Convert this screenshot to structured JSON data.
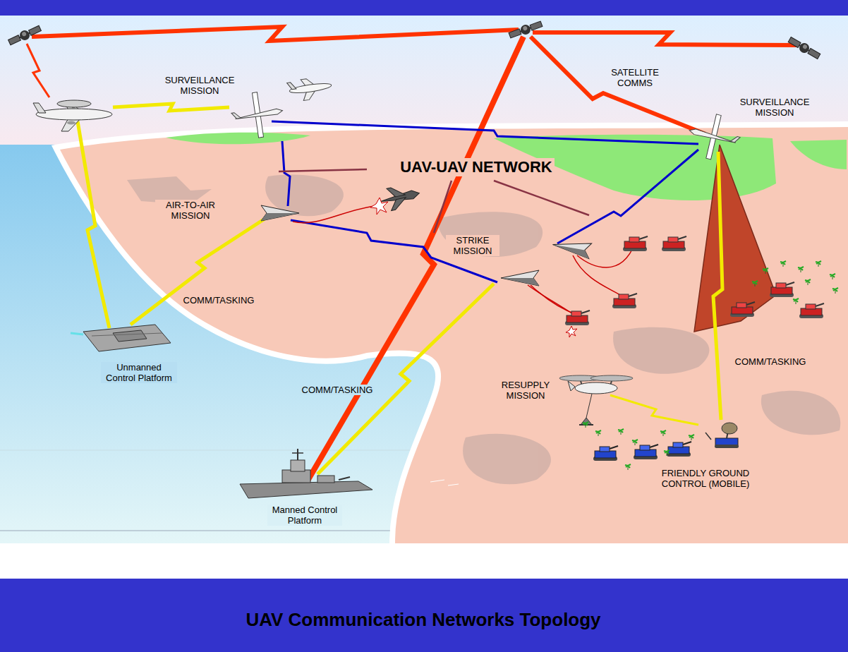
{
  "diagram": {
    "title": "UAV Communication Networks Topology",
    "labels": [
      "SURVEILLANCE MISSION",
      "SATELLITE COMMS",
      "SURVEILLANCE MISSION",
      "UAV-UAV NETWORK",
      "AIR-TO-AIR MISSION",
      "STRIKE MISSION",
      "COMM/TASKING",
      "COMM/TASKING",
      "COMM/TASKING",
      "RESUPPLY MISSION",
      "Unmanned Control Platform",
      "Manned Control Platform",
      "FRIENDLY GROUND CONTROL (MOBILE)"
    ]
  }
}
